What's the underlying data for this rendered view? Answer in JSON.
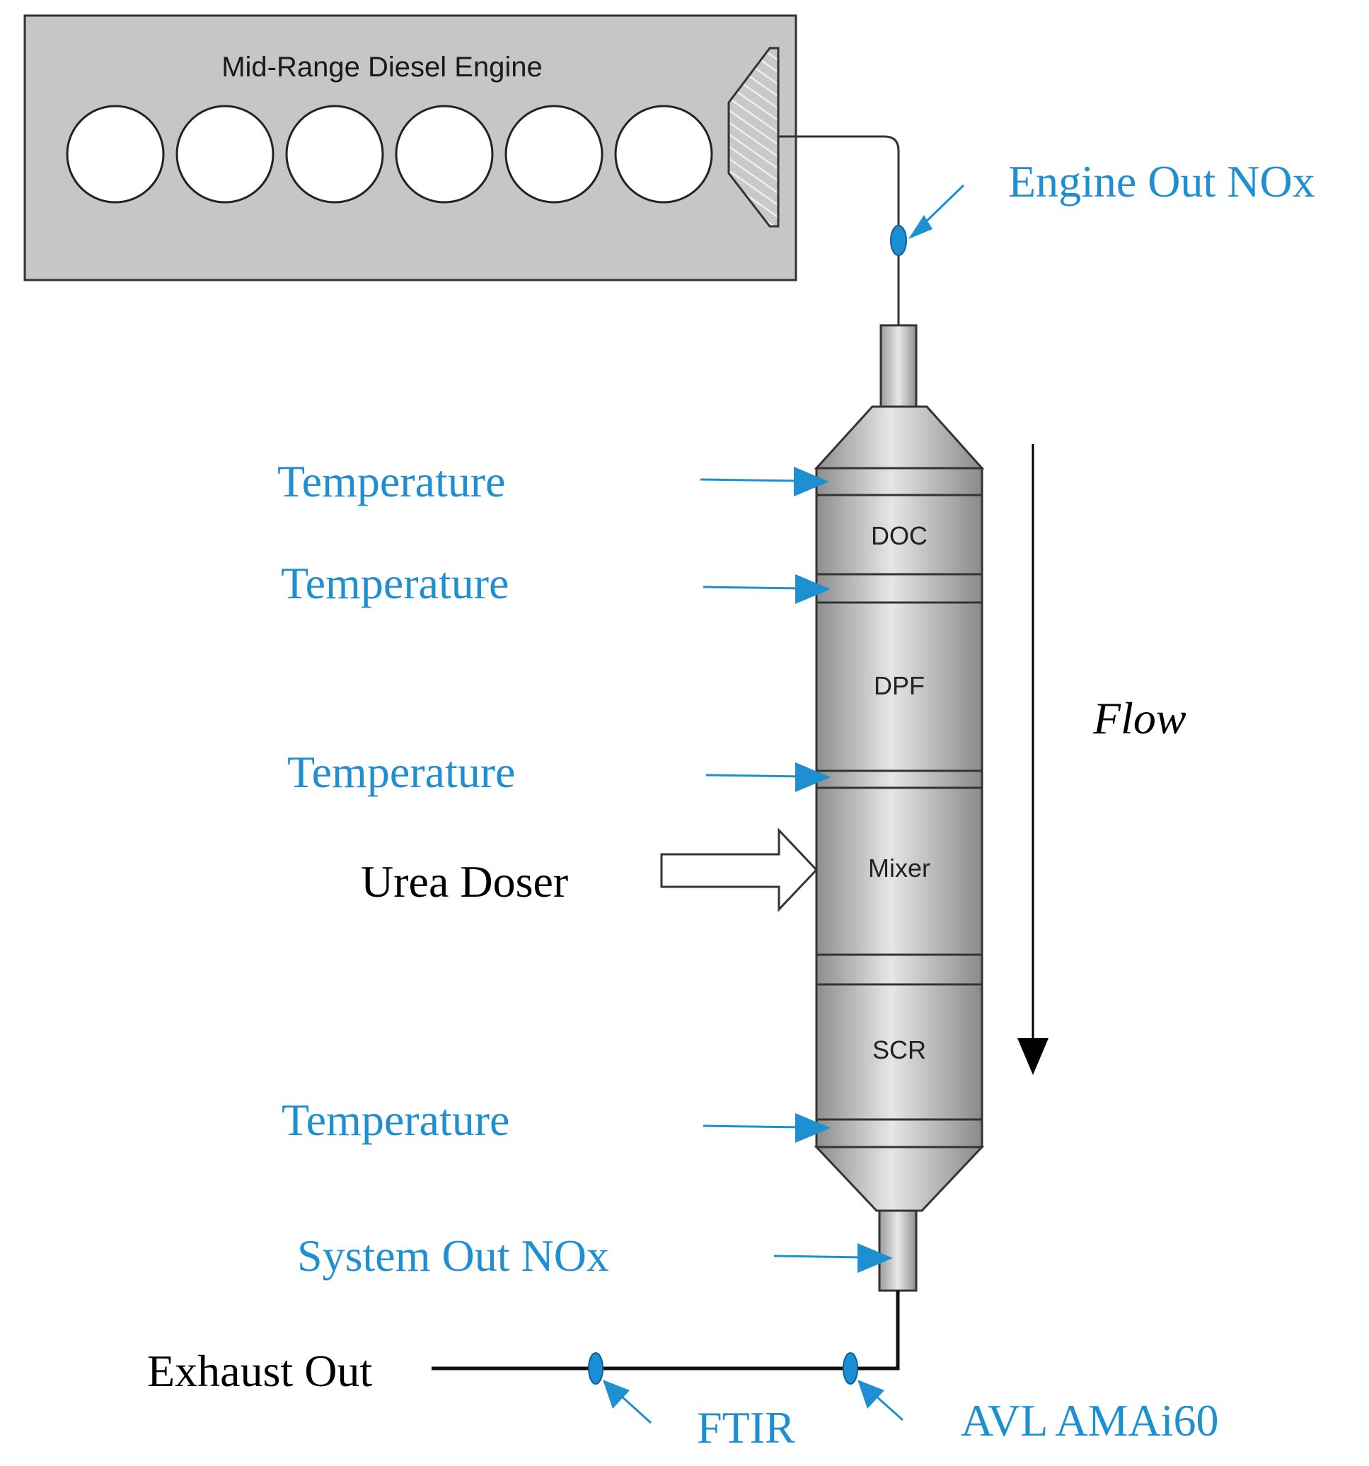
{
  "engine": {
    "title": "Mid-Range Diesel Engine"
  },
  "aftertreatment": {
    "components": {
      "doc": "DOC",
      "dpf": "DPF",
      "mixer": "Mixer",
      "scr": "SCR"
    }
  },
  "labels": {
    "engine_out_nox": "Engine Out NOx",
    "temperature": "Temperature",
    "urea_doser": "Urea Doser",
    "flow": "Flow",
    "system_out_nox": "System Out NOx",
    "exhaust_out": "Exhaust Out",
    "ftir": "FTIR",
    "avl": "AVL AMAi60"
  },
  "colors": {
    "accent": "#1e8fd0",
    "engine_fill": "#c8c8c8",
    "body_fill": "#b8b8b8",
    "sensor": "#1b8fd3"
  }
}
